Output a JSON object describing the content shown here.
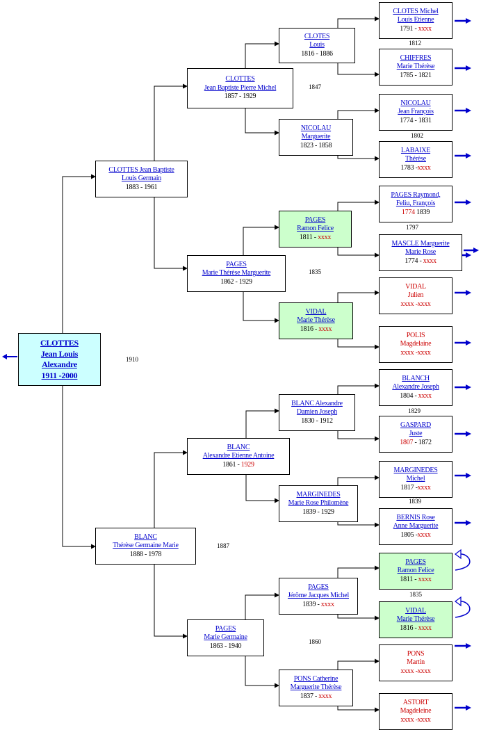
{
  "colors": {
    "link": "#0000cc",
    "red": "#cc0000",
    "root_bg": "#ccffff",
    "green_bg": "#ccffcc",
    "arrow": "#0000cc"
  },
  "root": {
    "name_lines": [
      "CLOTTES",
      "Jean Louis",
      "Alexandre"
    ],
    "dates": "1911 -2000"
  },
  "persons": [
    {
      "id": "p1",
      "lines": [
        "CLOTTES Jean Baptiste",
        "Louis Germain"
      ],
      "dates": "1883 - 1961"
    },
    {
      "id": "p2",
      "lines": [
        "BLANC",
        "Thérèse Germaine Marie"
      ],
      "dates": "1888 - 1978"
    },
    {
      "id": "p3",
      "lines": [
        "CLOTTES",
        "Jean Baptiste Pierre Michel"
      ],
      "dates": "1857 - 1929"
    },
    {
      "id": "p4",
      "lines": [
        "PAGES",
        "Marie Thérèse Marguerite"
      ],
      "dates": "1862 - 1929"
    },
    {
      "id": "p5",
      "lines": [
        "BLANC",
        "Alexandre Etienne Antoine"
      ],
      "d1": "1861 - ",
      "d2": "1929"
    },
    {
      "id": "p6",
      "lines": [
        "PAGES",
        "Marie Germaine"
      ],
      "dates": "1863 - 1940"
    },
    {
      "id": "p7",
      "lines": [
        "CLOTES",
        "Louis"
      ],
      "dates": "1816 - 1886"
    },
    {
      "id": "p8",
      "lines": [
        "NICOLAU",
        "Marguerite"
      ],
      "dates": "1823 - 1858"
    },
    {
      "id": "p9",
      "lines": [
        "PAGES",
        "Ramon Felice"
      ],
      "d1": "1811 - ",
      "d2": "xxxx"
    },
    {
      "id": "p10",
      "lines": [
        "VIDAL",
        "Marie Thérèse"
      ],
      "d1": "1816 - ",
      "d2": "xxxx"
    },
    {
      "id": "p11",
      "lines": [
        "BLANC Alexandre",
        "Damien Joseph"
      ],
      "dates": "1830 - 1912"
    },
    {
      "id": "p12",
      "lines": [
        "MARGINEDES",
        "Marie Rose Philomène"
      ],
      "dates": "1839 - 1929"
    },
    {
      "id": "p13",
      "lines": [
        "PAGES",
        "Jérôme Jacques Michel"
      ],
      "d1": "1839 - ",
      "d2": "xxxx"
    },
    {
      "id": "p14",
      "lines": [
        "PONS Catherine",
        "Marguerite Thérèse"
      ],
      "d1": "1837 - ",
      "d2": "xxxx"
    },
    {
      "id": "p15",
      "lines": [
        "CLOTES Michel",
        "Louis Etienne"
      ],
      "d1": "1791 - ",
      "d2": "xxxx"
    },
    {
      "id": "p16",
      "lines": [
        "CHIFFRES",
        "Marie Thérèse"
      ],
      "dates": "1785 - 1821"
    },
    {
      "id": "p17",
      "lines": [
        "NICOLAU",
        "Jean François"
      ],
      "dates": "1774 - 1831"
    },
    {
      "id": "p18",
      "lines": [
        "LABAIXE",
        "Thérèse"
      ],
      "d1": "1783 -",
      "d2": "xxxx"
    },
    {
      "id": "p19",
      "lines": [
        "PAGES Raymond,",
        "Feliu, François"
      ],
      "d1": "1774",
      "d2": " 1839",
      "d1red": true
    },
    {
      "id": "p20",
      "lines": [
        "MASCLE Marguerite",
        "Marie Rose"
      ],
      "d1": "1774 - ",
      "d2": "xxxx"
    },
    {
      "id": "p21",
      "redlines": [
        "VIDAL",
        "Julien"
      ],
      "reddates": "xxxx -xxxx"
    },
    {
      "id": "p22",
      "redlines": [
        "POLIS",
        "Magdelaine"
      ],
      "reddates": "xxxx -xxxx"
    },
    {
      "id": "p23",
      "lines": [
        "BLANCH",
        "Alexandre Joseph"
      ],
      "d1": "1804  - ",
      "d2": "xxxx"
    },
    {
      "id": "p24",
      "lines": [
        "GASPARD",
        "Juste"
      ],
      "d1": "1807",
      "d2": " - 1872",
      "d1red": true
    },
    {
      "id": "p25",
      "lines": [
        "MARGINEDES",
        "Michel"
      ],
      "d1": "1817 -",
      "d2": "xxxx"
    },
    {
      "id": "p26",
      "lines": [
        "BERNIS Rose",
        "Anne Marguerite"
      ],
      "d1": "1805 -",
      "d2": "xxxx"
    },
    {
      "id": "p27",
      "lines": [
        "PAGES",
        "Ramon Felice"
      ],
      "d1": "1811 - ",
      "d2": "xxxx"
    },
    {
      "id": "p28",
      "lines": [
        "VIDAL",
        "Marie Thérèse"
      ],
      "d1": "1816 - ",
      "d2": "xxxx"
    },
    {
      "id": "p29",
      "redlines": [
        "PONS",
        "Martin"
      ],
      "reddates": "xxxx -xxxx"
    },
    {
      "id": "p30",
      "redlines": [
        "ASTORT",
        "Magdeleine"
      ],
      "reddates": "xxxx -xxxx"
    }
  ],
  "marriages": [
    "1910",
    "1847",
    "1835",
    "1887",
    "1860",
    "1812",
    "1802",
    "1797",
    "1829",
    "1839",
    "1835"
  ]
}
